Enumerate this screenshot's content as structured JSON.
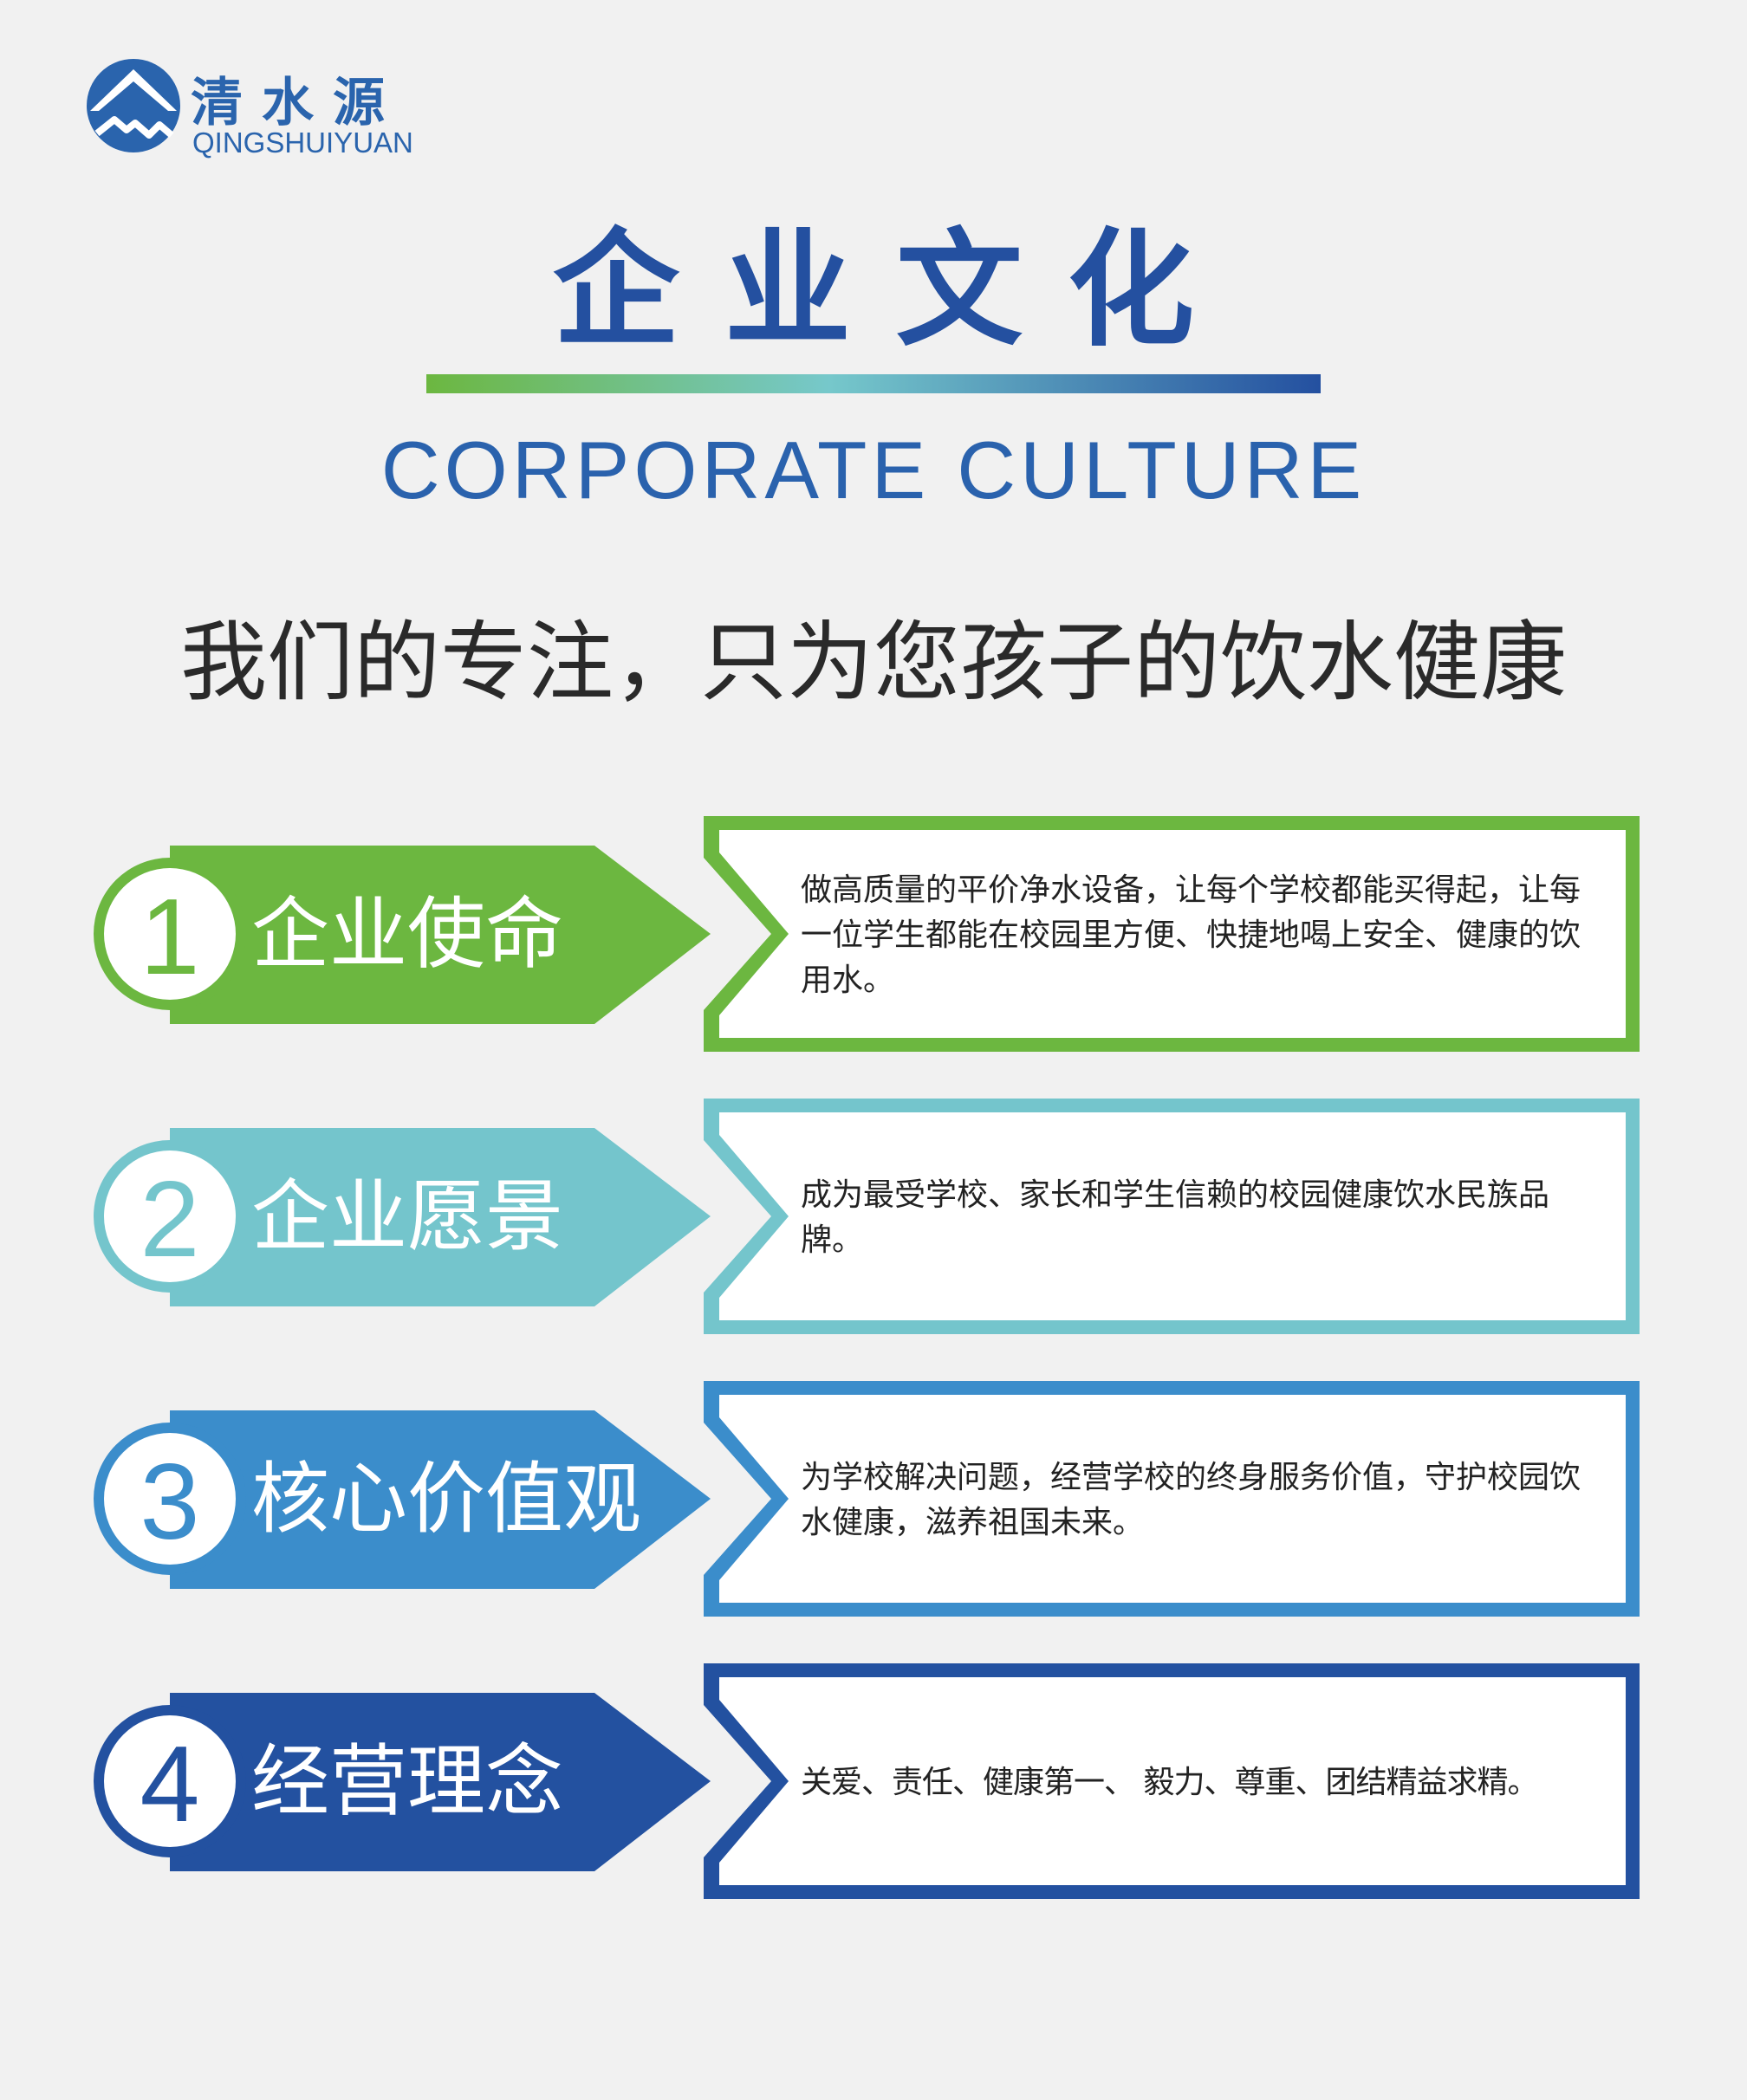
{
  "brand": {
    "name_cn": "清水源",
    "name_en": "QINGSHUIYUAN",
    "logo_icon": "mountain-water-icon",
    "color": "#2a64ad"
  },
  "header": {
    "title_cn": "企业文化",
    "title_en": "CORPORATE CULTURE",
    "slogan": "我们的专注，只为您孩子的饮水健康"
  },
  "sections": [
    {
      "number": "1",
      "title": "企业使命",
      "description": "做高质量的平价净水设备，让每个学校都能买得起，让每一位学生都能在校园里方便、快捷地喝上安全、健康的饮用水。",
      "color": "#6cb740"
    },
    {
      "number": "2",
      "title": "企业愿景",
      "description": "成为最受学校、家长和学生信赖的校园健康饮水民族品牌。",
      "color": "#74c5cc"
    },
    {
      "number": "3",
      "title": "核心价值观",
      "description": "为学校解决问题，经营学校的终身服务价值，守护校园饮水健康，滋养祖国未来。",
      "color": "#3b8dcb"
    },
    {
      "number": "4",
      "title": "经营理念",
      "description": "关爱、责任、健康第一、 毅力、尊重、团结精益求精。",
      "color": "#2351a0"
    }
  ]
}
